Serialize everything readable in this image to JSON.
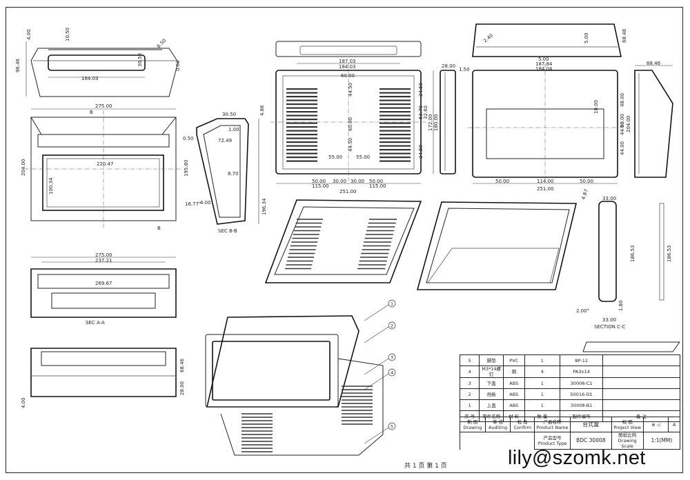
{
  "dims": {
    "tl_4": "4.00",
    "tl_10_50": "10.50",
    "tl_96_46": "96.46",
    "tl_r6_50": "6.50",
    "tl_30_50": "30.50",
    "tl_0_60": "0.60",
    "tl_184_03": "184.03",
    "fv_275": "275.00",
    "fv_220_47": "220.47",
    "fv_204": "204.00",
    "fv_100_34": "100.34",
    "fv_195_80": "195.80",
    "fv_b_top": "B",
    "fv_b_bot": "B",
    "sb_30_50": "30.50",
    "sb_4_86": "4.86",
    "sb_1_00": "1.00",
    "sb_0_50": "0.50",
    "sb_72_49": "72.49",
    "sb_8_70": "8.70",
    "sb_16_77": "16.77°",
    "sb_4_00": "4.00",
    "sb_196_34": "196.34",
    "sb_sec": "SEC B-B",
    "sa_275": "275.00",
    "sa_237_21": "237.21",
    "sa_269_67": "269.67",
    "sa_sec": "SEC A-A",
    "bv_68_46": "68.46",
    "bv_28": "28.00",
    "bv_4": "4.00",
    "bl_187_03": "187.03",
    "bl_184_03": "184.03",
    "bl_60": "60.00",
    "bl_44_50a": "44.50",
    "bl_60b": "60.00",
    "bl_44_50b": "44.50",
    "bl_55a": "55.00",
    "bl_55b": "55.00",
    "bl_50a": "50.00",
    "bl_30a": "30.00",
    "bl_30b": "30.00",
    "bl_50b": "50.00",
    "bl_115a": "115.00",
    "bl_115b": "115.00",
    "bl_251": "251.00",
    "bl_24_50": "24.50",
    "bl_53_70": "53.70",
    "bl_32_60": "32.60",
    "bl_24_50b": "24.50",
    "bl_172": "172.00",
    "bl_180": "180.00",
    "bs_28": "28.00",
    "bs_1_50": "1.50",
    "tr_2_40": "2.40",
    "tr_5_00": "5.00",
    "tr_68_48": "68.48",
    "tr_5_00b": "5.00",
    "tr_187_84": "187.84",
    "tr_184_04": "184.04",
    "tr_18": "18.00",
    "tr_48": "48.00",
    "tr_80": "80.00",
    "tr_204": "204.00",
    "tr_44a": "44.00",
    "tr_44b": "44.00",
    "tr_50a": "50.00",
    "tr_114": "114.00",
    "tr_50b": "50.00",
    "tr_251": "251.00",
    "rs_68_46": "68.46",
    "sc_4_87": "4.87",
    "sc_33_00": "33.00",
    "sc_186_53": "186.53",
    "sc_186_53b": "186.53",
    "sc_2_00": "2.00°",
    "sc_1_80": "1.80",
    "sc_33_00b": "33.00",
    "sc_title": "SECTION C-C",
    "balloons": [
      "1",
      "2",
      "3",
      "4",
      "5"
    ]
  },
  "bom": {
    "rows": [
      {
        "no": "5",
        "name": "脚垫",
        "material": "PVC",
        "qty": "1",
        "code": "BP-12",
        "note": ""
      },
      {
        "no": "4",
        "name": "M3*14螺钉",
        "material": "钢",
        "qty": "4",
        "code": "PA3x14",
        "note": ""
      },
      {
        "no": "3",
        "name": "下盖",
        "material": "ABS",
        "qty": "1",
        "code": "30008-C1",
        "note": ""
      },
      {
        "no": "2",
        "name": "挡板",
        "material": "ABS",
        "qty": "1",
        "code": "50016-D1",
        "note": ""
      },
      {
        "no": "1",
        "name": "上盖",
        "material": "ABS",
        "qty": "1",
        "code": "30008-B1",
        "note": ""
      }
    ],
    "header": {
      "no": "序 号",
      "name": "零件名称",
      "material": "材 料",
      "qty": "数 量",
      "code": "配件编号",
      "note": "备 注"
    }
  },
  "title_block": {
    "drawing_cn": "制 图",
    "drawing_en": "Drawing",
    "auditing_cn": "审 核",
    "auditing_en": "Auditing",
    "confirm_cn": "批 准",
    "confirm_en": "Confirm",
    "product_name_cn": "产品名称",
    "product_name_en": "Product Name",
    "product_name_value": "台式盒",
    "project_view_cn": "视 图",
    "project_view_en": "Project View",
    "view_symbol_letter": "A",
    "product_type_cn": "产品型号",
    "product_type_en": "Product Type",
    "product_type_value": "BDC 30008",
    "scale_cn": "图纸比例",
    "scale_en": "Drawing Scale",
    "scale_value": "1:1(MM)"
  },
  "page_label": "共 1 页   第 1 页",
  "email": "lily@szomk.net"
}
